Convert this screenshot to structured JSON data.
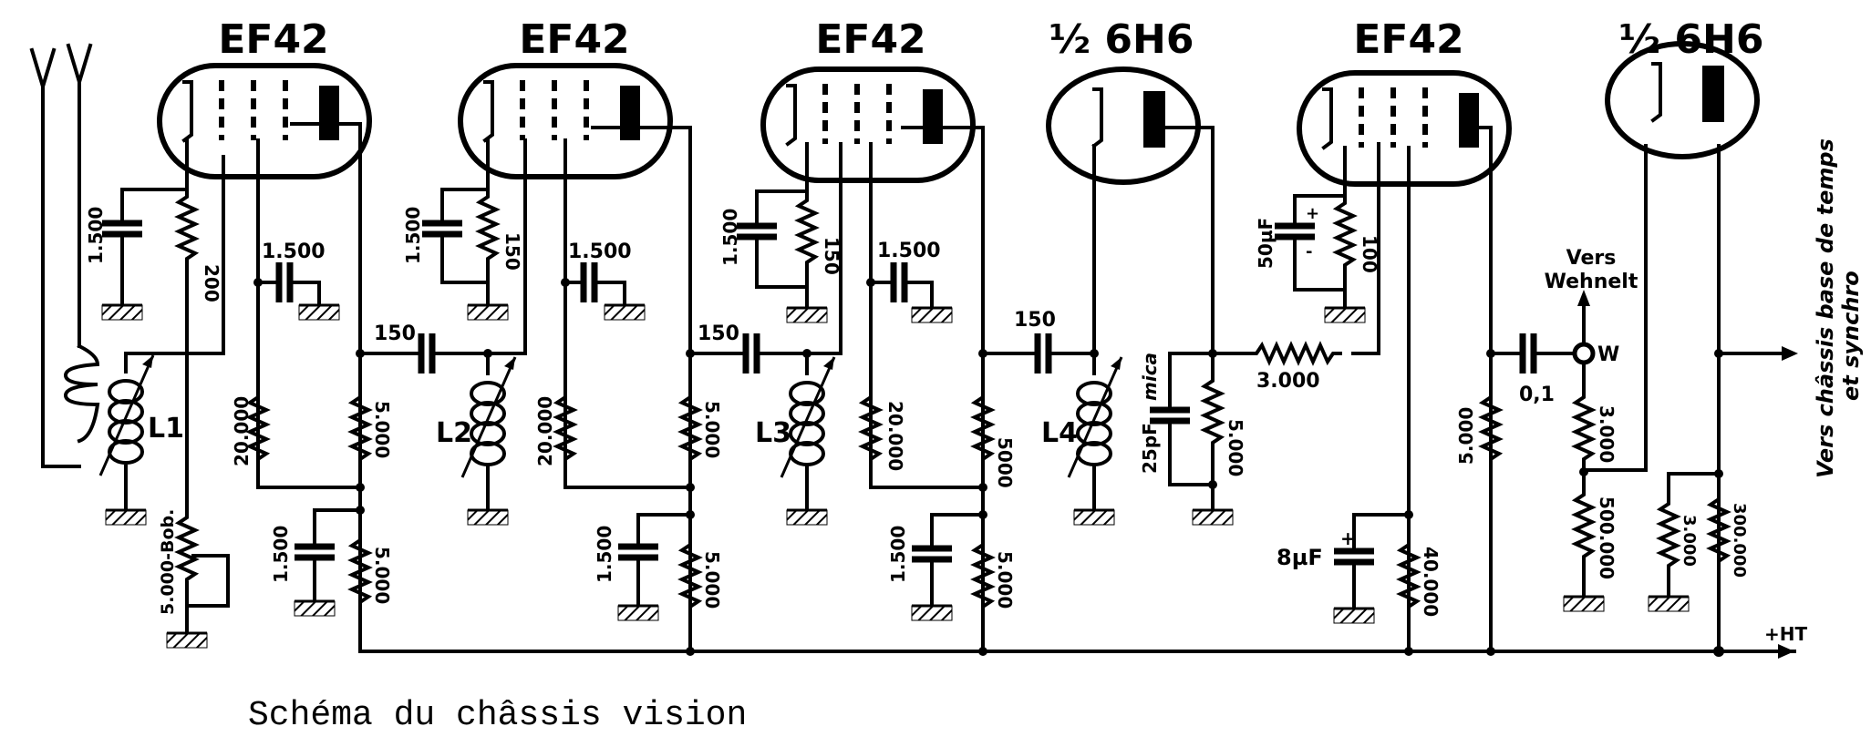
{
  "caption": "Schéma du châssis vision",
  "tubes": [
    {
      "type": "EF42"
    },
    {
      "type": "EF42"
    },
    {
      "type": "EF42"
    },
    {
      "type": "½ 6H6"
    },
    {
      "type": "EF42"
    },
    {
      "type": "½ 6H6"
    }
  ],
  "stage1": {
    "cathode_cap": "1.500",
    "cathode_res": "200",
    "screen_cap": "1.500",
    "coil": "L1",
    "bias_pot": "5.000-Bob.",
    "grid_res": "20.000",
    "plate_res": "5.000",
    "decoupling_cap": "1.500",
    "decoupling_res": "5.000"
  },
  "stage2": {
    "coupling_cap": "150",
    "cathode_cap": "1.500",
    "cathode_res": "150",
    "screen_cap": "1.500",
    "coil": "L2",
    "grid_res": "20.000",
    "plate_res": "5.000",
    "decoupling_cap": "1.500",
    "decoupling_res": "5.000"
  },
  "stage3": {
    "coupling_cap": "150",
    "cathode_cap": "1.500",
    "cathode_res": "150",
    "screen_cap": "1.500",
    "coil": "L3",
    "grid_res": "20.000",
    "plate_res": "5000",
    "decoupling_cap": "1.500",
    "decoupling_res": "5.000"
  },
  "detector": {
    "coupling_cap": "150",
    "coil": "L4",
    "load_cap": "25pF",
    "load_cap_note": "mica",
    "load_res": "5.000",
    "series_choke": "3.000"
  },
  "video": {
    "cathode_cap": "50µF",
    "cap_plus": "+",
    "cap_minus": "-",
    "cathode_res": "100",
    "screen_cap": "8µF",
    "screen_res": "40.000",
    "plate_res": "5.000",
    "output_cap": "0,1",
    "wehnelt_label_line1": "Vers",
    "wehnelt_label_line2": "Wehnelt",
    "wehnelt_node": "W",
    "wehnelt_res": "3.000",
    "grid_leak": "500.000"
  },
  "sync": {
    "res_ground": "3.000",
    "res_ht": "300.000",
    "output_line1": "Vers châssis base de temps",
    "output_line2": "et synchro",
    "ht_label": "+HT"
  }
}
